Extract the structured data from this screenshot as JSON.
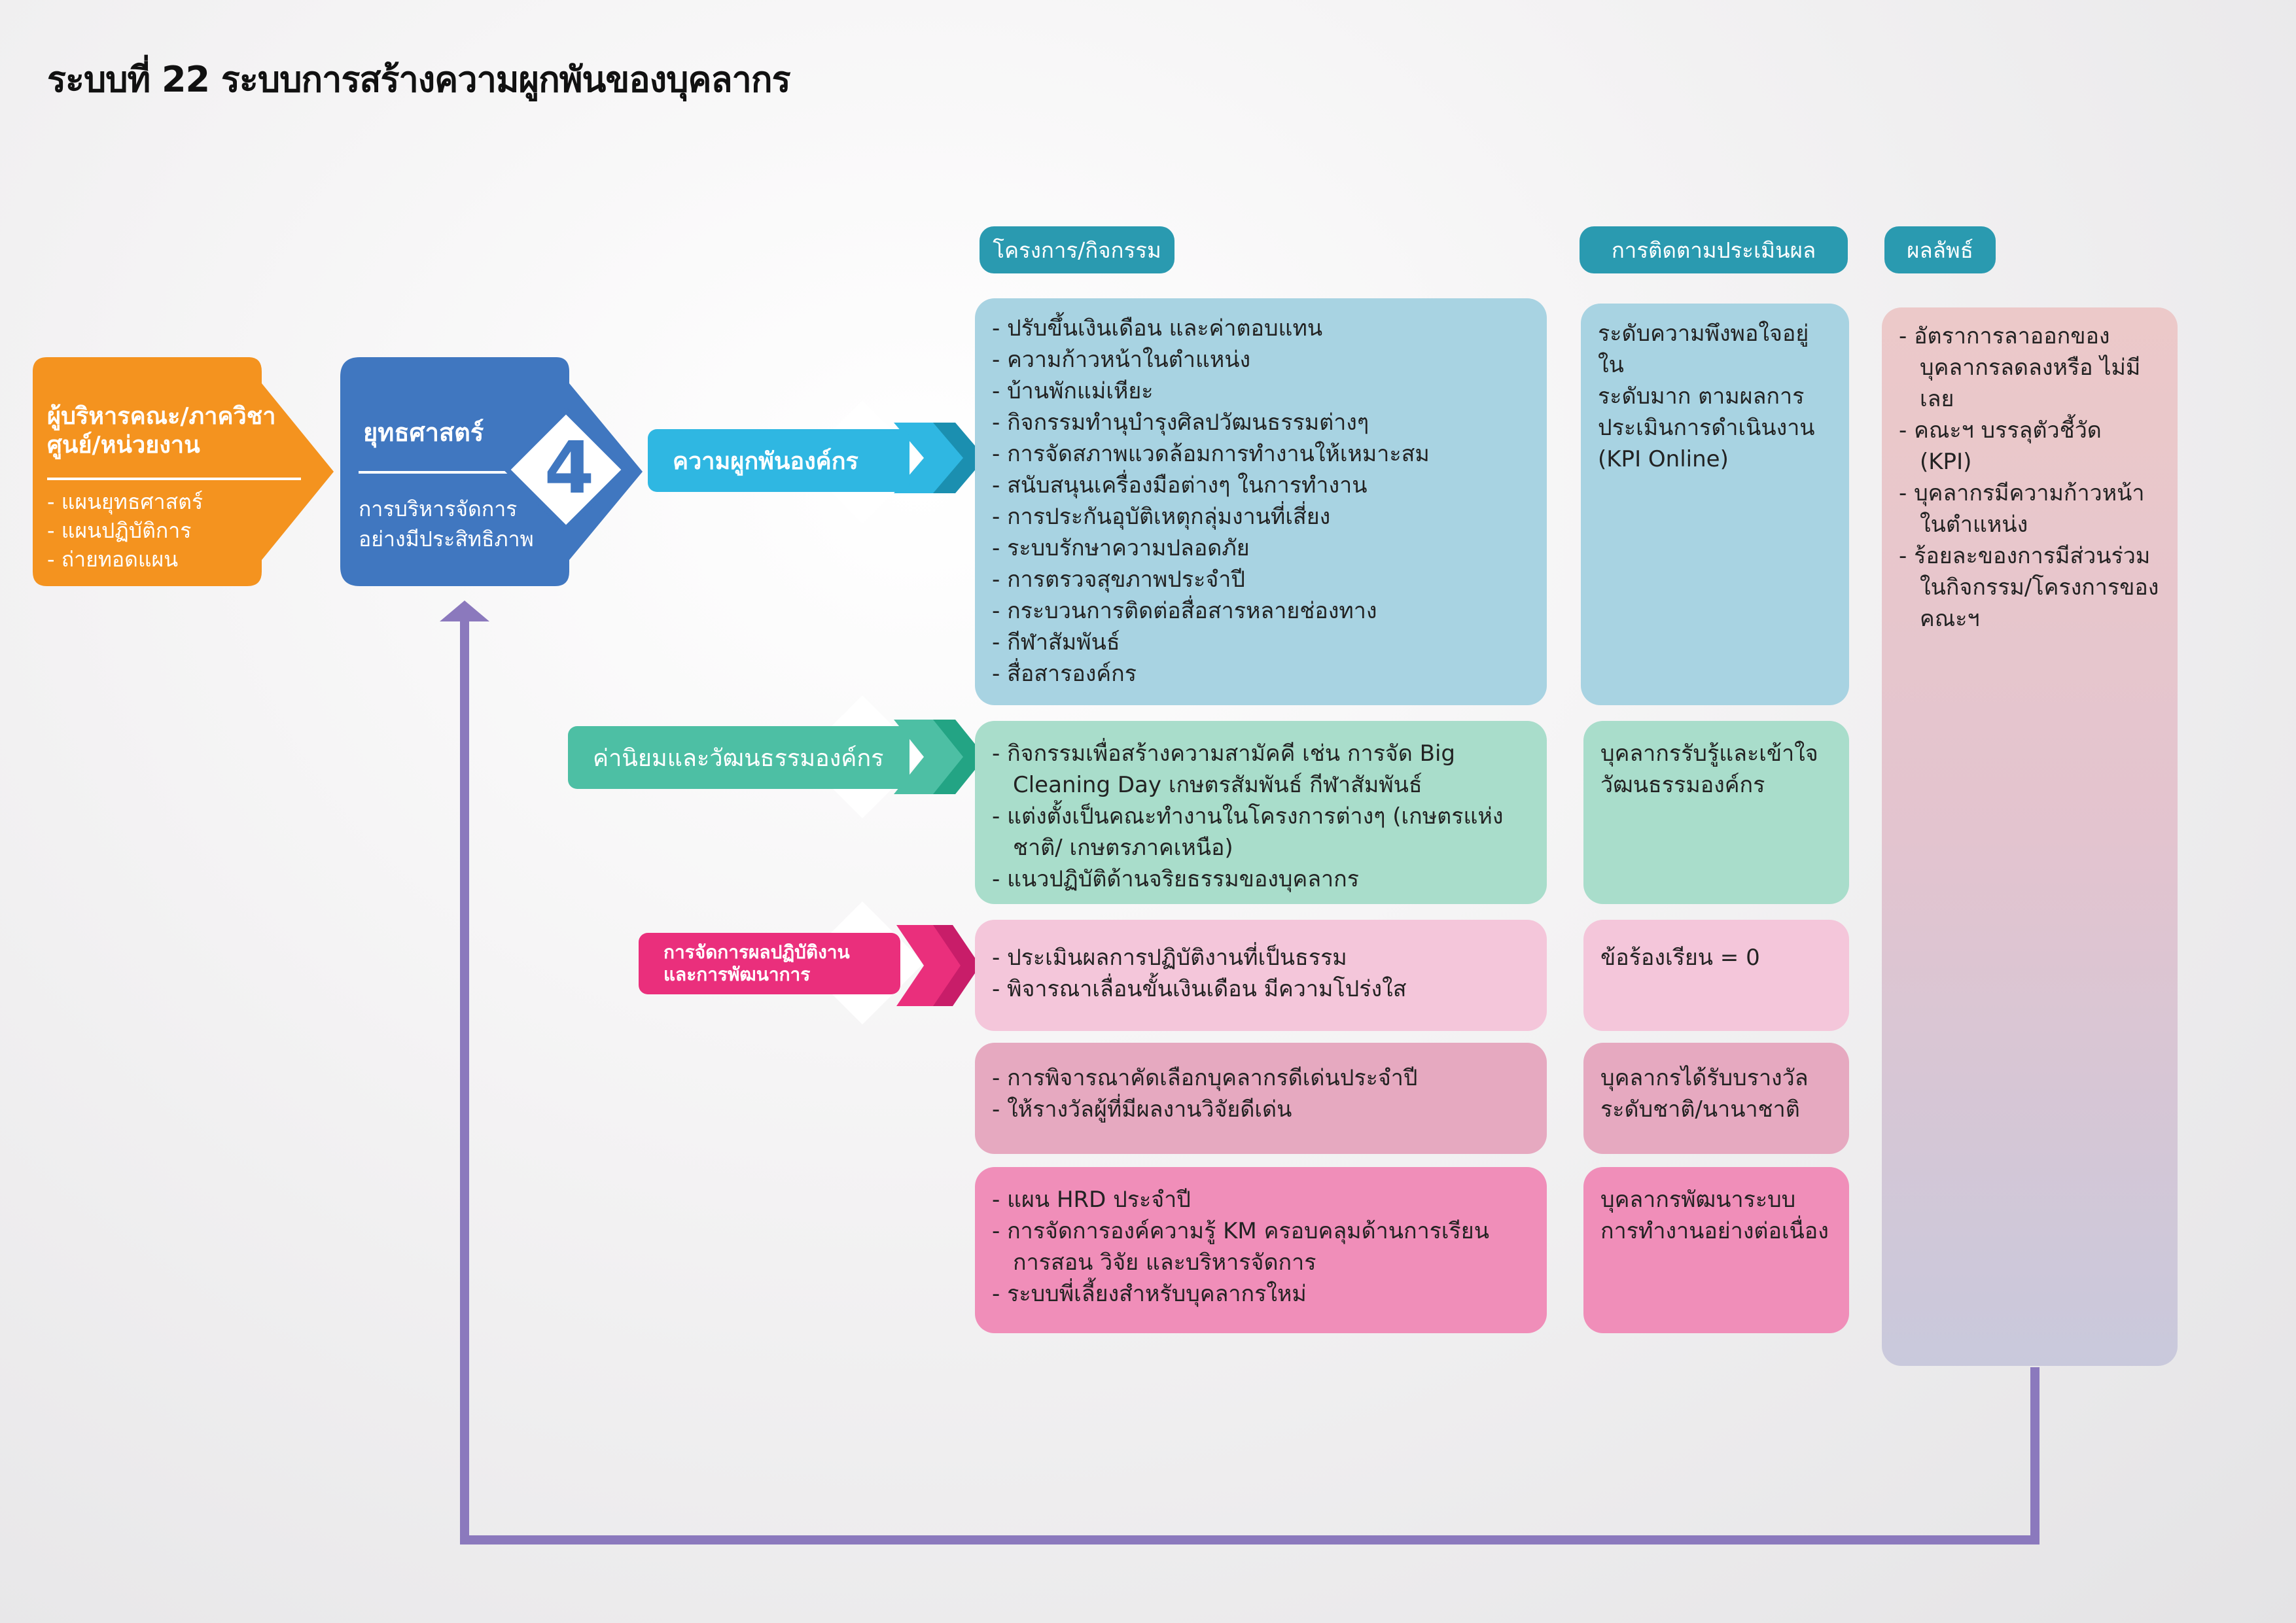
{
  "title": "ระบบที่ 22 ระบบการสร้างความผูกพันของบุคลากร",
  "headers": {
    "activities": "โครงการ/กิจกรรม",
    "evaluation": "การติดตามประเมินผล",
    "outcome": "ผลลัพธ์"
  },
  "source": {
    "title": "ผู้บริหารคณะ/ภาควิชา\nศูนย์/หน่วยงาน",
    "items": [
      "แผนยุทธศาสตร์",
      "แผนปฏิบัติการ",
      "ถ่ายทอดแผน"
    ]
  },
  "strategy": {
    "title": "ยุทธศาสตร์",
    "number": "4",
    "subtitle": "การบริหารจัดการ\nอย่างมีประสิทธิภาพ"
  },
  "categories": [
    {
      "label": "ความผูกพันองค์กร"
    },
    {
      "label": "ค่านิยมและวัฒนธรรมองค์กร"
    },
    {
      "label": "การจัดการผลปฏิบัติงาน\nและการพัฒนาการ"
    }
  ],
  "activities": [
    {
      "items": [
        "ปรับขึ้นเงินเดือน และค่าตอบแทน",
        "ความก้าวหน้าในตำแหน่ง",
        "บ้านพักแม่เหียะ",
        "กิจกรรมทำนุบำรุงศิลปวัฒนธรรมต่างๆ",
        "การจัดสภาพแวดล้อมการทำงานให้เหมาะสม",
        "สนับสนุนเครื่องมือต่างๆ ในการทำงาน",
        "การประกันอุบัติเหตุกลุ่มงานที่เสี่ยง",
        "ระบบรักษาความปลอดภัย",
        "การตรวจสุขภาพประจำปี",
        "กระบวนการติดต่อสื่อสารหลายช่องทาง",
        "กีฬาสัมพันธ์",
        "สื่อสารองค์กร"
      ]
    },
    {
      "items": [
        "กิจกรรมเพื่อสร้างความสามัคคี เช่น การจัด Big Cleaning Day เกษตรสัมพันธ์ กีฬาสัมพันธ์",
        "แต่งตั้งเป็นคณะทำงานในโครงการต่างๆ (เกษตรแห่งชาติ/ เกษตรภาคเหนือ)",
        "แนวปฏิบัติด้านจริยธรรมของบุคลากร"
      ]
    },
    {
      "items": [
        "ประเมินผลการปฏิบัติงานที่เป็นธรรม",
        "พิจารณาเลื่อนขั้นเงินเดือน มีความโปร่งใส"
      ]
    },
    {
      "items": [
        "การพิจารณาคัดเลือกบุคลากรดีเด่นประจำปี",
        "ให้รางวัลผู้ที่มีผลงานวิจัยดีเด่น"
      ]
    },
    {
      "items": [
        "แผน HRD ประจำปี",
        "การจัดการองค์ความรู้ KM ครอบคลุมด้านการเรียน การสอน วิจัย และบริหารจัดการ",
        "ระบบพี่เลี้ยงสำหรับบุคลากรใหม่"
      ]
    }
  ],
  "evaluations": [
    {
      "text": "ระดับความพึงพอใจอยู่ใน\nระดับมาก ตามผลการ\nประเมินการดำเนินงาน\n(KPI Online)"
    },
    {
      "text": "บุคลากรรับรู้และเข้าใจ\nวัฒนธรรมองค์กร"
    },
    {
      "text": "ข้อร้องเรียน = 0"
    },
    {
      "text": "บุคลากรได้รับบรางวัล\nระดับชาติ/นานาชาติ"
    },
    {
      "text": "บุคลากรพัฒนาระบบ\nการทำงานอย่างต่อเนื่อง"
    }
  ],
  "outcomes": {
    "items": [
      "อัตราการลาออกของ บุคลากรลดลงหรือ ไม่มีเลย",
      "คณะฯ บรรลุตัวชี้วัด (KPI)",
      "บุคลากรมีความก้าวหน้า ในตำแหน่ง",
      "ร้อยละของการมีส่วนร่วม ในกิจกรรม/โครงการของ คณะฯ"
    ]
  },
  "colors": {
    "orange": "#f4931f",
    "strategy_blue": "#4077c0",
    "header_teal": "#2a9ab0",
    "cat_blue": "#2fb7e2",
    "cat_teal": "#4dbfa4",
    "cat_pink": "#ea2f7c",
    "feedback_line": "#8b79bd"
  }
}
